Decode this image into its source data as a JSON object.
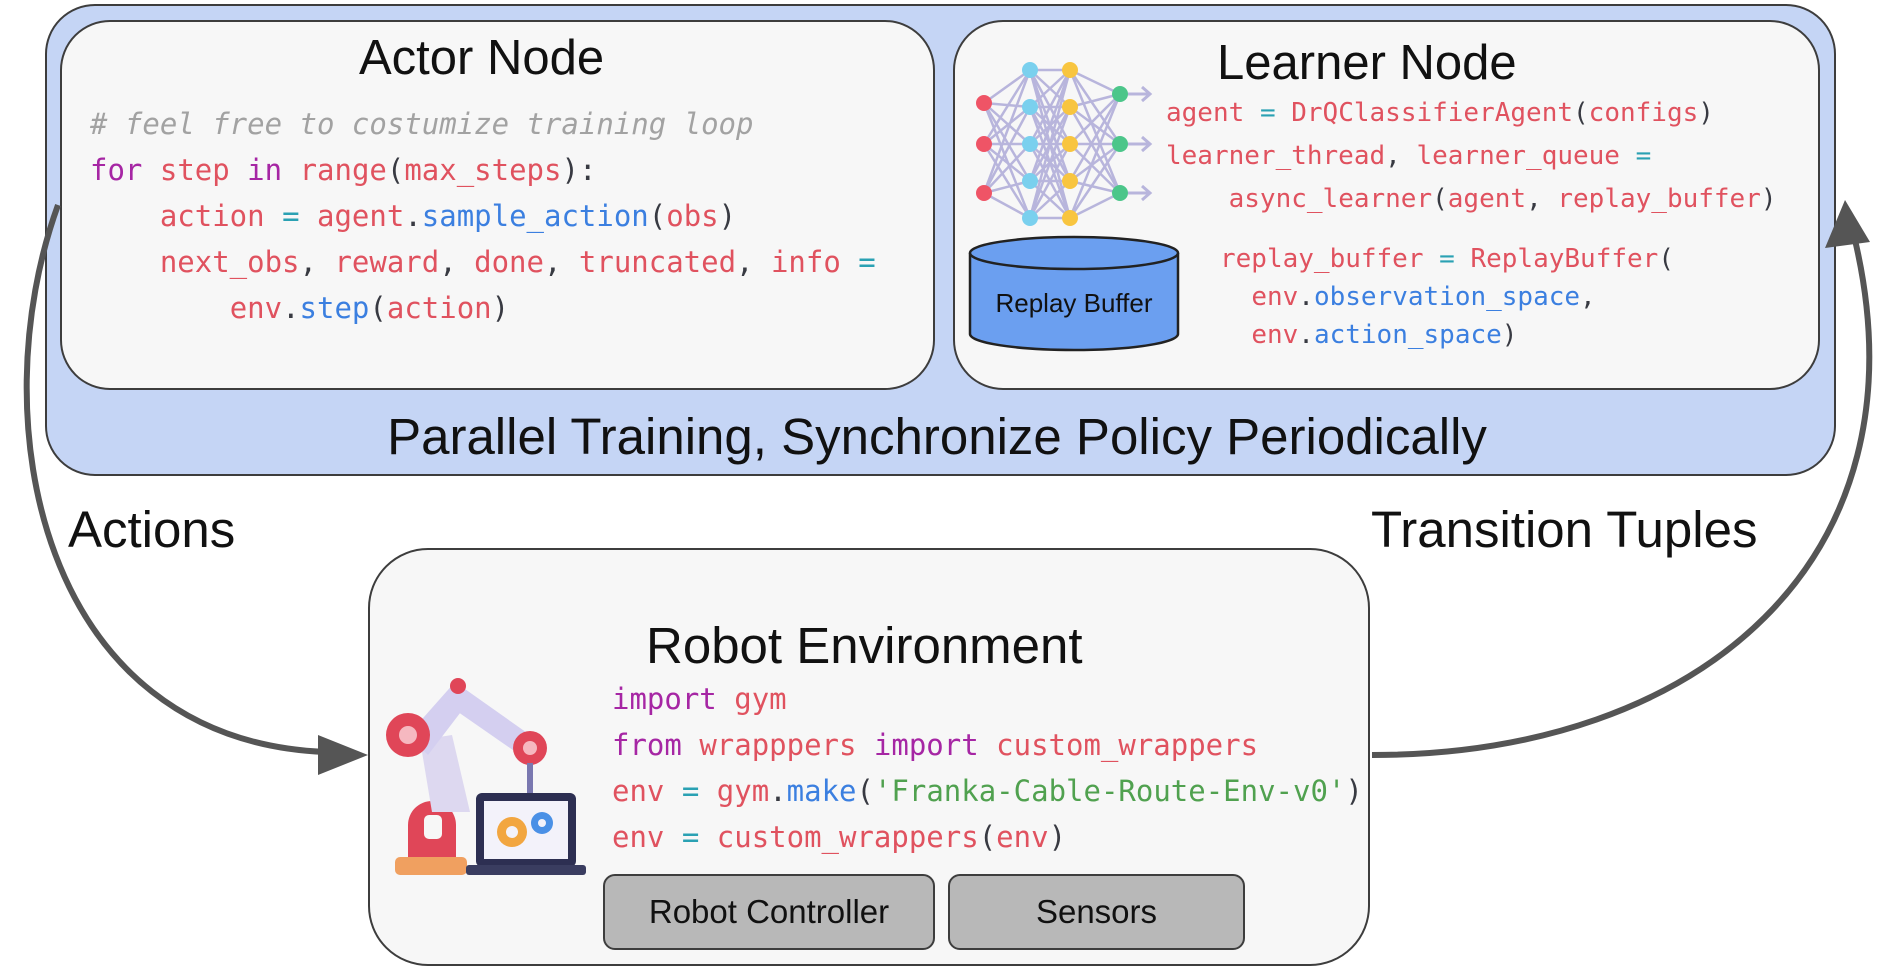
{
  "diagram": {
    "outer_caption": "Parallel Training, Synchronize Policy Periodically",
    "arrows": {
      "left_label": "Actions",
      "right_label": "Transition Tuples"
    },
    "actor": {
      "title": "Actor Node",
      "code": [
        [
          [
            "# feel free to costumize training loop",
            "comment"
          ]
        ],
        [
          [
            "for",
            "keyword"
          ],
          [
            " ",
            "punct"
          ],
          [
            "step",
            "var"
          ],
          [
            " ",
            "punct"
          ],
          [
            "in",
            "keyword"
          ],
          [
            " ",
            "punct"
          ],
          [
            "range",
            "var"
          ],
          [
            "(",
            "punct"
          ],
          [
            "max_steps",
            "var"
          ],
          [
            "):",
            "punct"
          ]
        ],
        [
          [
            "    ",
            "punct"
          ],
          [
            "action",
            "var"
          ],
          [
            " ",
            "punct"
          ],
          [
            "=",
            "op"
          ],
          [
            " ",
            "punct"
          ],
          [
            "agent",
            "var"
          ],
          [
            ".",
            "punct"
          ],
          [
            "sample_action",
            "func"
          ],
          [
            "(",
            "punct"
          ],
          [
            "obs",
            "var"
          ],
          [
            ")",
            "punct"
          ]
        ],
        [
          [
            "    ",
            "punct"
          ],
          [
            "next_obs",
            "var"
          ],
          [
            ", ",
            "punct"
          ],
          [
            "reward",
            "var"
          ],
          [
            ", ",
            "punct"
          ],
          [
            "done",
            "var"
          ],
          [
            ", ",
            "punct"
          ],
          [
            "truncated",
            "var"
          ],
          [
            ", ",
            "punct"
          ],
          [
            "info",
            "var"
          ],
          [
            " ",
            "punct"
          ],
          [
            "=",
            "op"
          ]
        ],
        [
          [
            "        ",
            "punct"
          ],
          [
            "env",
            "var"
          ],
          [
            ".",
            "punct"
          ],
          [
            "step",
            "func"
          ],
          [
            "(",
            "punct"
          ],
          [
            "action",
            "var"
          ],
          [
            ")",
            "punct"
          ]
        ]
      ]
    },
    "learner": {
      "title": "Learner Node",
      "replay_buffer_label": "Replay Buffer",
      "code_top": [
        [
          [
            "agent",
            "var"
          ],
          [
            " ",
            "punct"
          ],
          [
            "=",
            "op"
          ],
          [
            " ",
            "punct"
          ],
          [
            "DrQClassifierAgent",
            "var"
          ],
          [
            "(",
            "punct"
          ],
          [
            "configs",
            "var"
          ],
          [
            ")",
            "punct"
          ]
        ],
        [
          [
            "learner_thread",
            "var"
          ],
          [
            ", ",
            "punct"
          ],
          [
            "learner_queue",
            "var"
          ],
          [
            " ",
            "punct"
          ],
          [
            "=",
            "op"
          ]
        ],
        [
          [
            "    ",
            "punct"
          ],
          [
            "async_learner",
            "var"
          ],
          [
            "(",
            "punct"
          ],
          [
            "agent",
            "var"
          ],
          [
            ", ",
            "punct"
          ],
          [
            "replay_buffer",
            "var"
          ],
          [
            ")",
            "punct"
          ]
        ]
      ],
      "code_bottom": [
        [
          [
            "replay_buffer",
            "var"
          ],
          [
            " ",
            "punct"
          ],
          [
            "=",
            "op"
          ],
          [
            " ",
            "punct"
          ],
          [
            "ReplayBuffer",
            "var"
          ],
          [
            "(",
            "punct"
          ]
        ],
        [
          [
            "  ",
            "punct"
          ],
          [
            "env",
            "var"
          ],
          [
            ".",
            "punct"
          ],
          [
            "observation_space",
            "func"
          ],
          [
            ",",
            "punct"
          ]
        ],
        [
          [
            "  ",
            "punct"
          ],
          [
            "env",
            "var"
          ],
          [
            ".",
            "punct"
          ],
          [
            "action_space",
            "func"
          ],
          [
            ")",
            "punct"
          ]
        ]
      ],
      "network_colors": [
        "#ef5466",
        "#7ad0ee",
        "#f8c540",
        "#4cc68a"
      ]
    },
    "robot": {
      "title": "Robot Environment",
      "code": [
        [
          [
            "import",
            "keyword"
          ],
          [
            " ",
            "punct"
          ],
          [
            "gym",
            "var"
          ]
        ],
        [
          [
            "from",
            "keyword"
          ],
          [
            " ",
            "punct"
          ],
          [
            "wrapppers",
            "var"
          ],
          [
            " ",
            "punct"
          ],
          [
            "import",
            "keyword"
          ],
          [
            " ",
            "punct"
          ],
          [
            "custom_wrappers",
            "var"
          ]
        ],
        [
          [
            "env",
            "var"
          ],
          [
            " ",
            "punct"
          ],
          [
            "=",
            "op"
          ],
          [
            " ",
            "punct"
          ],
          [
            "gym",
            "var"
          ],
          [
            ".",
            "punct"
          ],
          [
            "make",
            "func"
          ],
          [
            "(",
            "punct"
          ],
          [
            "'Franka-Cable-Route-Env-v0'",
            "str"
          ],
          [
            ")",
            "punct"
          ]
        ],
        [
          [
            "env",
            "var"
          ],
          [
            " ",
            "punct"
          ],
          [
            "=",
            "op"
          ],
          [
            " ",
            "punct"
          ],
          [
            "custom_wrappers",
            "var"
          ],
          [
            "(",
            "punct"
          ],
          [
            "env",
            "var"
          ],
          [
            ")",
            "punct"
          ]
        ]
      ],
      "buttons": {
        "controller": "Robot Controller",
        "sensors": "Sensors"
      }
    },
    "colors": {
      "outer_fill": "#c5d5f5",
      "panel_fill": "#f7f7f7",
      "buffer_fill": "#6b9ff0",
      "button_fill": "#b8b8b8",
      "arrow": "#555555"
    }
  }
}
